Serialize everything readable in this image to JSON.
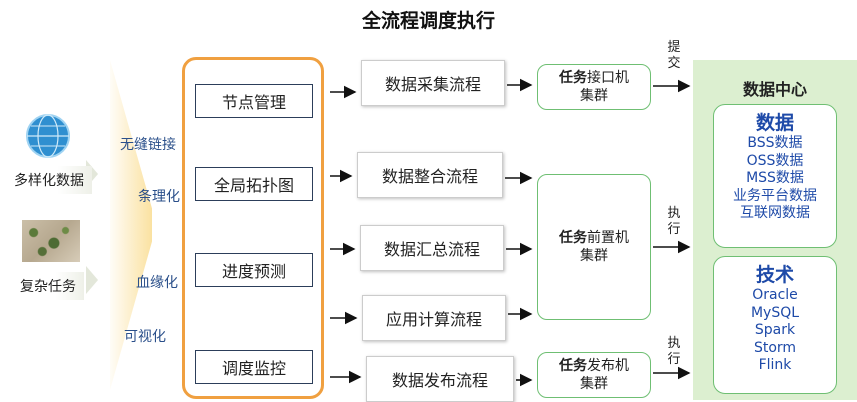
{
  "title": "全流程调度执行",
  "left": {
    "labels": [
      "多样化数据",
      "复杂任务"
    ],
    "side_words": [
      "无缝链接",
      "条理化",
      "血缘化",
      "可视化"
    ]
  },
  "nodes": [
    "节点管理",
    "全局拓扑图",
    "进度预测",
    "调度监控"
  ],
  "flows": [
    "数据采集流程",
    "数据整合流程",
    "数据汇总流程",
    "应用计算流程",
    "数据发布流程"
  ],
  "clusters": [
    {
      "bold": "任务",
      "rest": "接口机",
      "line2": "集群"
    },
    {
      "bold": "任务",
      "rest": "前置机",
      "line2": "集群"
    },
    {
      "bold": "任务",
      "rest": "发布机",
      "line2": "集群"
    }
  ],
  "arrow_labels": [
    {
      "line1": "提",
      "line2": "交"
    },
    {
      "line1": "执",
      "line2": "行"
    },
    {
      "line1": "执",
      "line2": "行"
    }
  ],
  "data_center": {
    "title": "数据中心",
    "data_card": {
      "head": "数据",
      "items": [
        "BSS数据",
        "OSS数据",
        "MSS数据",
        "业务平台数据",
        "互联网数据"
      ]
    },
    "tech_card": {
      "head": "技术",
      "items": [
        "Oracle",
        "MySQL",
        "Spark",
        "Storm",
        "Flink"
      ]
    }
  }
}
